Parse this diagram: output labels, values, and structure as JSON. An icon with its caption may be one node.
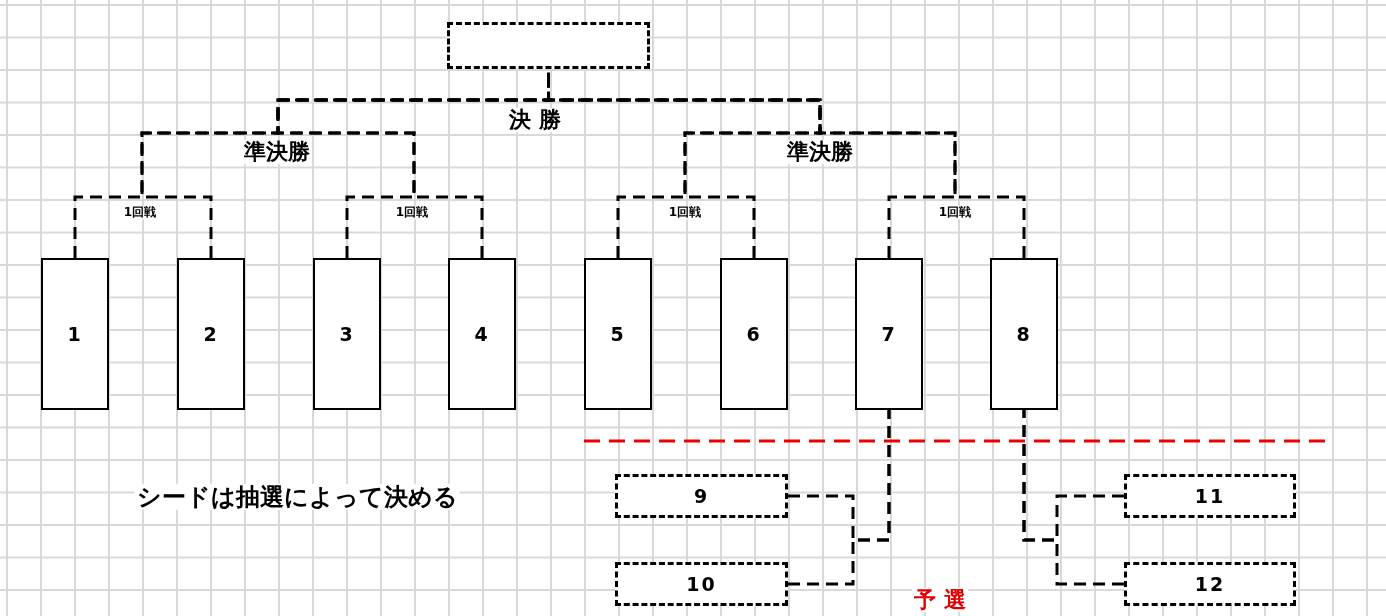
{
  "diagram": {
    "nodes": [
      {
        "text": [],
        "shape": "box"
      },
      {
        "text": [
          "1"
        ]
      },
      {
        "text": [
          "2"
        ]
      },
      {
        "text": [
          "3"
        ]
      },
      {
        "text": [
          "4"
        ]
      },
      {
        "text": [
          "5"
        ]
      },
      {
        "text": [
          "6"
        ]
      },
      {
        "text": [
          "7"
        ]
      },
      {
        "text": [
          "8"
        ]
      },
      {
        "text": [
          "9"
        ]
      },
      {
        "text": [
          "10"
        ]
      },
      {
        "text": [
          "11"
        ]
      },
      {
        "text": [
          "12"
        ]
      }
    ],
    "edges": [
      {
        "from": 1,
        "to": 0,
        "arrow": "none",
        "style": "dashed"
      },
      {
        "from": 2,
        "to": 0,
        "arrow": "none",
        "style": "dashed"
      },
      {
        "from": 3,
        "to": 0,
        "arrow": "none",
        "style": "dashed"
      },
      {
        "from": 4,
        "to": 0,
        "arrow": "none",
        "style": "dashed"
      },
      {
        "from": 5,
        "to": 0,
        "arrow": "none",
        "style": "dashed"
      },
      {
        "from": 6,
        "to": 0,
        "arrow": "none",
        "style": "dashed"
      },
      {
        "from": 7,
        "to": 0,
        "arrow": "none",
        "style": "dashed"
      },
      {
        "from": 8,
        "to": 0,
        "arrow": "none",
        "style": "dashed"
      },
      {
        "from": 9,
        "to": 7,
        "arrow": "none",
        "style": "dashed"
      },
      {
        "from": 10,
        "to": 7,
        "arrow": "none",
        "style": "dashed"
      },
      {
        "from": 11,
        "to": 8,
        "arrow": "none",
        "style": "dashed"
      },
      {
        "from": 12,
        "to": 8,
        "arrow": "none",
        "style": "dashed"
      }
    ],
    "labels": [
      "決 勝",
      "準決勝",
      "準決勝",
      "1回戦",
      "1回戦",
      "1回戦",
      "1回戦",
      "シードは抽選によって決める",
      "予 選"
    ]
  }
}
